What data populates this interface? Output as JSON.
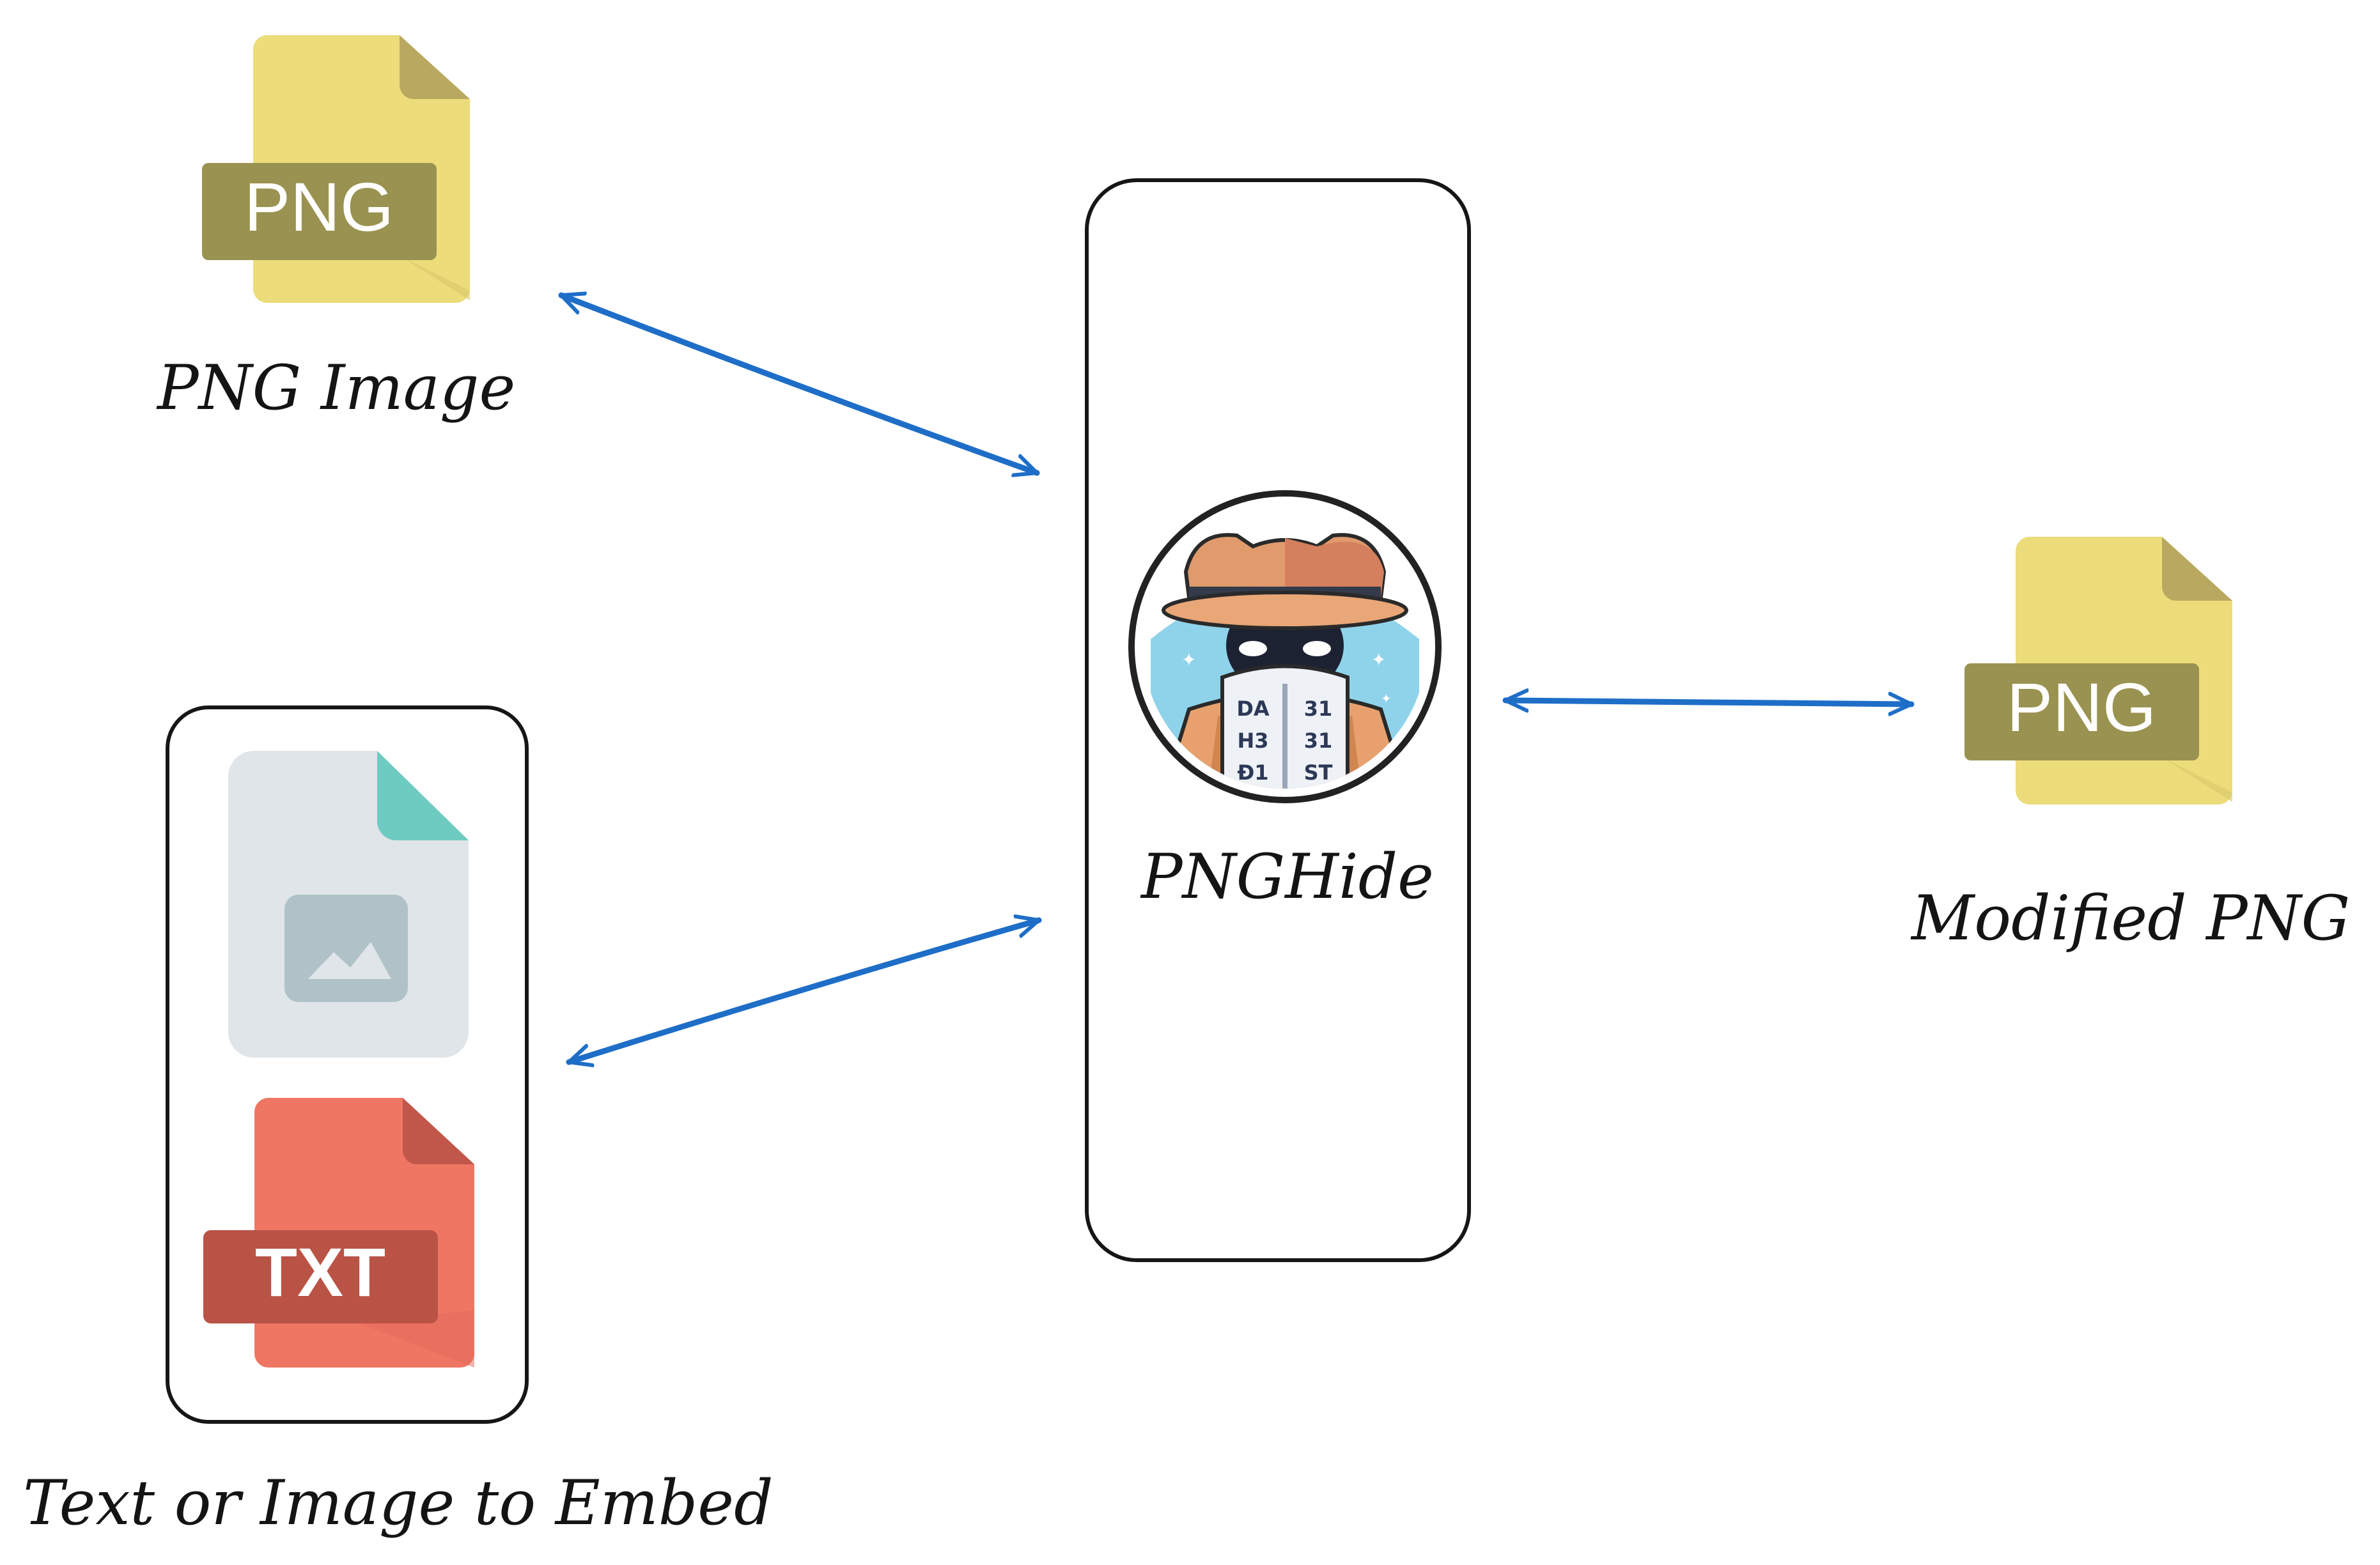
{
  "diagram": {
    "png_image": {
      "badge": "PNG",
      "caption": "PNG Image"
    },
    "embed_input": {
      "txt_badge": "TXT",
      "caption": "Text or Image to Embed"
    },
    "pnghide": {
      "caption": "PNGHide",
      "mask_left": [
        "DA",
        "H3",
        "Ð1"
      ],
      "mask_right": [
        "31",
        "31",
        "ST"
      ]
    },
    "modified_png": {
      "badge": "PNG",
      "caption": "Modified PNG"
    }
  },
  "colors": {
    "arrow": "#1e6ec8",
    "png_file": "#ecdc7a",
    "png_badge": "#9a9250",
    "txt_file": "#f07664",
    "txt_badge": "#b95346",
    "image_file": "#dfe5e9",
    "image_fold": "#6ecbc2",
    "outline": "#161616"
  },
  "icons": [
    "png-file-icon",
    "image-file-icon",
    "txt-file-icon",
    "spy-logo-icon"
  ]
}
